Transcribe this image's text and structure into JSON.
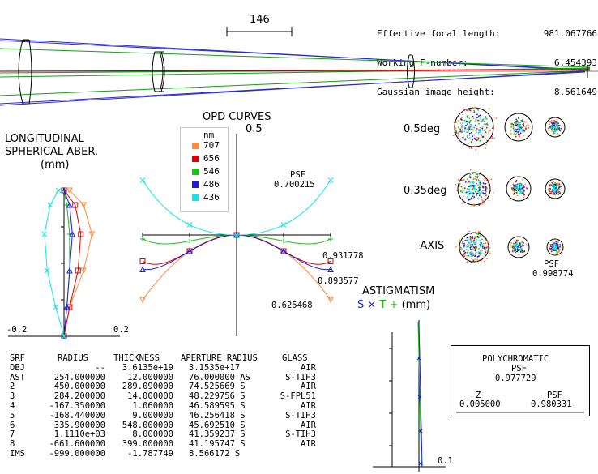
{
  "header": {
    "efl_label": "Effective focal length:",
    "efl_value": "981.067766",
    "fnum_label": "Working F-number:",
    "fnum_value": "6.454393",
    "imgh_label": "Gaussian image height:",
    "imgh_value": "8.561649"
  },
  "scale_bar_label": "146",
  "longitudinal": {
    "title_1": "LONGITUDINAL",
    "title_2": "SPHERICAL ABER.",
    "title_3": "(mm)",
    "xmin_label": "-0.2",
    "xmax_label": "0.2"
  },
  "opd": {
    "title": "OPD CURVES",
    "scale_label": "0.5",
    "psf_label": "PSF",
    "psf_value": "0.700215",
    "psf_values": [
      "0.931778",
      "0.893577",
      "0.625468"
    ]
  },
  "legend": {
    "unit": "nm",
    "items": [
      {
        "label": "707",
        "color": "#ff8a3c"
      },
      {
        "label": "656",
        "color": "#e00000"
      },
      {
        "label": "546",
        "color": "#18c018"
      },
      {
        "label": "486",
        "color": "#1a1ae0"
      },
      {
        "label": "436",
        "color": "#10e8e8"
      }
    ]
  },
  "spots": {
    "fields": [
      "0.5deg",
      "0.35deg",
      "-AXIS"
    ],
    "psf_label": "PSF",
    "psf_value": "0.998774"
  },
  "astig": {
    "title": "ASTIGMATISM",
    "s_label": "S",
    "s_marker": "×",
    "t_label": "T",
    "t_marker": "+",
    "unit": "(mm)",
    "xmax_label": "0.1"
  },
  "poly": {
    "title": "POLYCHROMATIC",
    "psf_label": "PSF",
    "psf_value": "0.977729",
    "z_label": "Z",
    "z_value": "0.005000",
    "psf2_label": "PSF",
    "psf2_value": "0.980331"
  },
  "table": {
    "headers": [
      "SRF",
      "RADIUS",
      "THICKNESS",
      "APERTURE RADIUS",
      "GLASS"
    ],
    "rows": [
      [
        "OBJ",
        "--",
        "3.6135e+19",
        "3.1535e+17",
        "AIR"
      ],
      [
        "AST",
        "254.000000",
        "12.000000",
        "76.000000 AS",
        "S-TIH3"
      ],
      [
        "2",
        "450.000000",
        "289.090000",
        "74.525669 S",
        "AIR"
      ],
      [
        "3",
        "284.200000",
        "14.000000",
        "48.229756 S",
        "S-FPL51"
      ],
      [
        "4",
        "-167.350000",
        "1.060000",
        "46.589595 S",
        "AIR"
      ],
      [
        "5",
        "-168.440000",
        "9.000000",
        "46.256418 S",
        "S-TIH3"
      ],
      [
        "6",
        "335.900000",
        "548.000000",
        "45.692510 S",
        "AIR"
      ],
      [
        "7",
        "1.1110e+03",
        "8.000000",
        "41.359237 S",
        "S-TIH3"
      ],
      [
        "8",
        "-661.600000",
        "399.000000",
        "41.195747 S",
        "AIR"
      ],
      [
        "IMS",
        "-999.000000",
        "-1.787749",
        "8.566172 S",
        ""
      ]
    ]
  },
  "chart_data": [
    {
      "type": "line",
      "title": "LONGITUDINAL SPHERICAL ABER. (mm)",
      "xlabel": "",
      "ylabel": "",
      "xlim": [
        -0.2,
        0.2
      ],
      "ylim": [
        0,
        1
      ],
      "series": [
        {
          "name": "707",
          "color": "#ff8a3c",
          "marker": "tri-down",
          "points": [
            [
              0.0,
              0.0
            ],
            [
              0.02,
              0.2
            ],
            [
              0.07,
              0.45
            ],
            [
              0.1,
              0.7
            ],
            [
              0.07,
              0.9
            ],
            [
              0.02,
              1.0
            ]
          ]
        },
        {
          "name": "656",
          "color": "#e00000",
          "marker": "square",
          "points": [
            [
              0.0,
              0.0
            ],
            [
              0.02,
              0.2
            ],
            [
              0.05,
              0.45
            ],
            [
              0.06,
              0.7
            ],
            [
              0.04,
              0.9
            ],
            [
              0.0,
              1.0
            ]
          ]
        },
        {
          "name": "546",
          "color": "#18c018",
          "marker": "plus",
          "points": [
            [
              0.0,
              0.0
            ],
            [
              0.01,
              0.2
            ],
            [
              0.02,
              0.45
            ],
            [
              0.02,
              0.7
            ],
            [
              0.01,
              0.9
            ],
            [
              0.0,
              1.0
            ]
          ]
        },
        {
          "name": "486",
          "color": "#1a1ae0",
          "marker": "triangle",
          "points": [
            [
              0.0,
              0.0
            ],
            [
              0.01,
              0.2
            ],
            [
              0.02,
              0.45
            ],
            [
              0.03,
              0.7
            ],
            [
              0.02,
              0.9
            ],
            [
              0.0,
              1.0
            ]
          ]
        },
        {
          "name": "436",
          "color": "#10e8e8",
          "marker": "cross",
          "points": [
            [
              0.0,
              0.0
            ],
            [
              -0.03,
              0.2
            ],
            [
              -0.06,
              0.45
            ],
            [
              -0.07,
              0.7
            ],
            [
              -0.05,
              0.9
            ],
            [
              -0.02,
              1.0
            ]
          ]
        }
      ]
    },
    {
      "type": "line",
      "title": "OPD CURVES",
      "xlabel": "",
      "ylabel": "",
      "xlim": [
        -1,
        1
      ],
      "ylim": [
        -0.5,
        0.5
      ],
      "series": [
        {
          "name": "707",
          "color": "#ff8a3c",
          "marker": "tri-down",
          "points": [
            [
              -1,
              -0.32
            ],
            [
              -0.5,
              -0.08
            ],
            [
              0,
              0
            ],
            [
              0.5,
              -0.08
            ],
            [
              1,
              -0.32
            ]
          ]
        },
        {
          "name": "656",
          "color": "#e00000",
          "marker": "square",
          "points": [
            [
              -1,
              -0.13
            ],
            [
              -0.5,
              -0.08
            ],
            [
              0,
              0
            ],
            [
              0.5,
              -0.08
            ],
            [
              1,
              -0.13
            ]
          ]
        },
        {
          "name": "546",
          "color": "#18c018",
          "marker": "plus",
          "points": [
            [
              -1,
              -0.02
            ],
            [
              -0.5,
              -0.03
            ],
            [
              0,
              0
            ],
            [
              0.5,
              -0.03
            ],
            [
              1,
              -0.02
            ]
          ]
        },
        {
          "name": "486",
          "color": "#1a1ae0",
          "marker": "triangle",
          "points": [
            [
              -1,
              -0.17
            ],
            [
              -0.5,
              -0.08
            ],
            [
              0,
              0
            ],
            [
              0.5,
              -0.08
            ],
            [
              1,
              -0.17
            ]
          ]
        },
        {
          "name": "436",
          "color": "#10e8e8",
          "marker": "cross",
          "points": [
            [
              -1,
              0.27
            ],
            [
              -0.5,
              0.05
            ],
            [
              0,
              0
            ],
            [
              0.5,
              0.05
            ],
            [
              1,
              0.27
            ]
          ]
        }
      ]
    }
  ]
}
